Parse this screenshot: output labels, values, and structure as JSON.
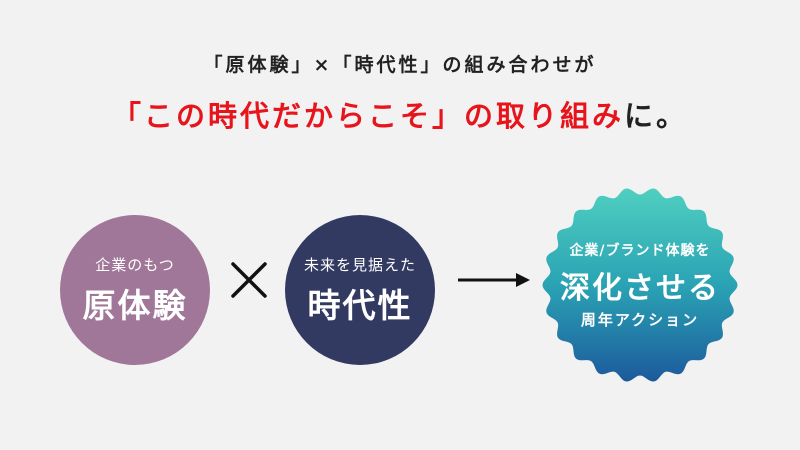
{
  "headline": {
    "line1": "「原体験」×「時代性」の組み合わせが",
    "line2_highlight": "「この時代だからこそ」の取り組み",
    "line2_rest": "に。"
  },
  "circle_left": {
    "small": "企業のもつ",
    "big": "原体験"
  },
  "circle_right": {
    "small": "未来を見据えた",
    "big": "時代性"
  },
  "result": {
    "small": "企業/ブランド体験を",
    "big": "深化させる",
    "sub": "周年アクション"
  },
  "colors": {
    "highlight": "#e8141c",
    "circle_left": "#a07799",
    "circle_right": "#333a62",
    "badge_top": "#4fcfc0",
    "badge_bottom": "#1c5a9c"
  },
  "icons": {
    "operator": "times-icon",
    "flow": "arrow-right-icon"
  }
}
